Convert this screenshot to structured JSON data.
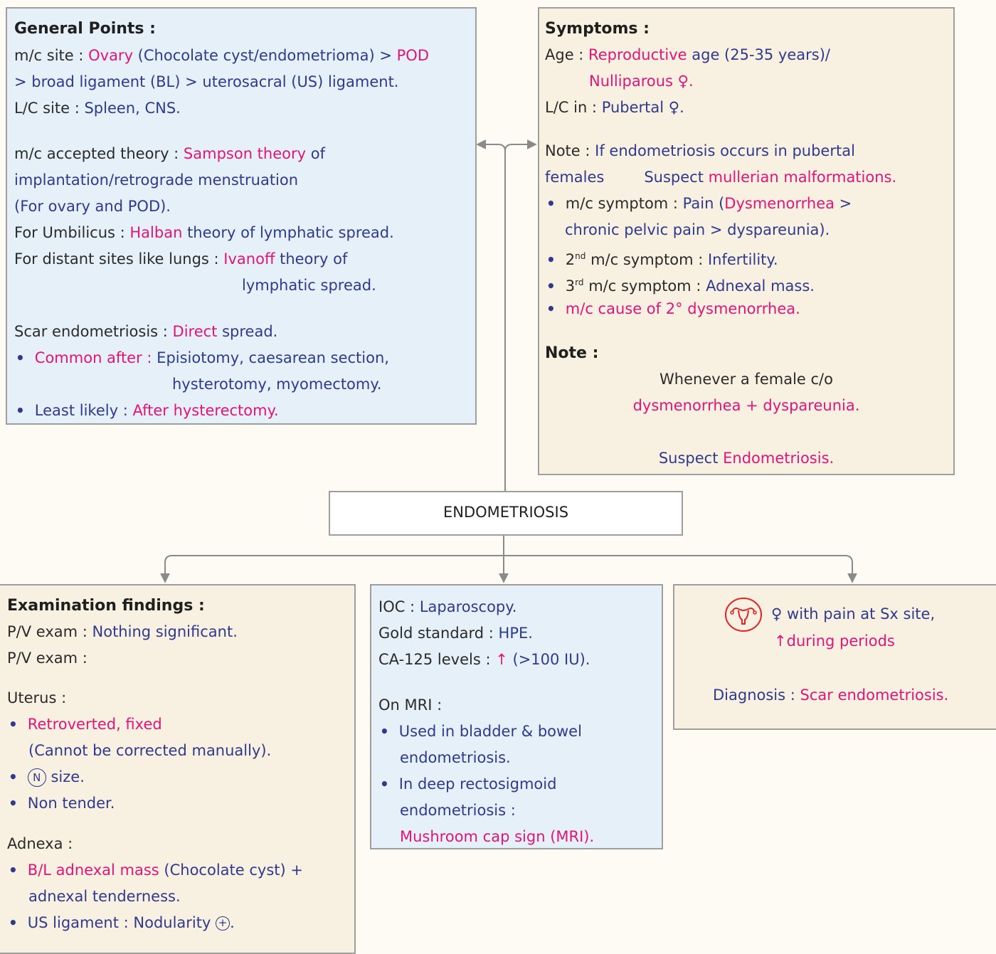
{
  "colors": {
    "blue_text": "#2f3a8f",
    "pink_text": "#e0157a",
    "dark_text": "#2b2b2b",
    "blue_box": "#e6f0f8",
    "beige_box": "#f8f0e0",
    "border": "#9e9e9e",
    "icon_red": "#e02424"
  },
  "center": {
    "title": "ENDOMETRIOSIS"
  },
  "general": {
    "heading": "General Points :",
    "l1a": "m/c site : ",
    "l1b": "Ovary",
    "l1c": " (Chocolate cyst/endometrioma) > ",
    "l1d": "POD",
    "l2": "> broad ligament (BL) > uterosacral (US) ligament.",
    "l3a": "L/C site : ",
    "l3b": "Spleen, CNS.",
    "l4a": "m/c accepted theory : ",
    "l4b": "Sampson theory",
    "l4c": " of",
    "l5": "implantation/retrograde menstruation",
    "l6": "(For ovary and POD).",
    "l7a": "For Umbilicus : ",
    "l7b": "Halban",
    "l7c": " theory of lymphatic spread.",
    "l8a": "For distant sites like lungs : ",
    "l8b": "Ivanoff",
    "l8c": " theory of",
    "l9": "lymphatic spread.",
    "l10a": "Scar endometriosis : ",
    "l10b": "Direct",
    "l10c": " spread.",
    "l11a": "Common after : ",
    "l11b": "Episiotomy, caesarean section,",
    "l12": "hysterotomy, myomectomy.",
    "l13a": "Least likely : ",
    "l13b": "After hysterectomy."
  },
  "symptoms": {
    "heading": "Symptoms :",
    "l1a": "Age : ",
    "l1b": "Reproductive",
    "l1c": " age (25-35 years)/",
    "l2": "Nulliparous ♀.",
    "l3a": "L/C in : ",
    "l3b": "Pubertal ♀.",
    "l4a": "Note : ",
    "l4b": "If endometriosis occurs in pubertal",
    "l5a": "females",
    "l5b": "Suspect ",
    "l5c": "mullerian malformations.",
    "l6a": "m/c symptom : ",
    "l6b": "Pain (",
    "l6c": "Dysmenorrhea",
    "l6d": " >",
    "l7": "chronic pelvic pain > dyspareunia).",
    "l8a": "2",
    "l8sup": "nd",
    "l8b": " m/c symptom : ",
    "l8c": "Infertility.",
    "l9a": "3",
    "l9sup": "rd",
    "l9b": " m/c symptom : ",
    "l9c": "Adnexal mass.",
    "l10": "m/c cause of 2° dysmenorrhea.",
    "note_heading": "Note :",
    "n1": "Whenever a female c/o",
    "n2": "dysmenorrhea + dyspareunia.",
    "n3a": "Suspect ",
    "n3b": "Endometriosis."
  },
  "exam": {
    "heading": "Examination findings :",
    "l1a": "P/V exam : ",
    "l1b": "Nothing significant.",
    "l2": "P/V exam :",
    "l3": "Uterus :",
    "l4": "Retroverted, fixed",
    "l5": "(Cannot be corrected manually).",
    "l6a": "N",
    "l6b": " size.",
    "l7": "Non tender.",
    "l8": "Adnexa :",
    "l9a": "B/L adnexal mass",
    "l9b": " (Chocolate cyst) +",
    "l10": "adnexal tenderness.",
    "l11a": "US ligament : Nodularity ",
    "l11b": "+",
    "l11c": "."
  },
  "investigations": {
    "l1a": "IOC : ",
    "l1b": "Laparoscopy.",
    "l2a": "Gold standard : ",
    "l2b": "HPE.",
    "l3a": "CA-125 levels : ",
    "l3b": "↑",
    "l3c": " (>100 IU).",
    "l4": "On MRI :",
    "l5": "Used in bladder & bowel",
    "l6": "endometriosis.",
    "l7": "In deep rectosigmoid",
    "l8": "endometriosis :",
    "l9": "Mushroom cap sign (MRI)."
  },
  "scar": {
    "l1": "♀ with pain at Sx site,",
    "l2a": "↑",
    "l2b": "during periods",
    "l3a": "Diagnosis : ",
    "l3b": "Scar endometriosis."
  }
}
